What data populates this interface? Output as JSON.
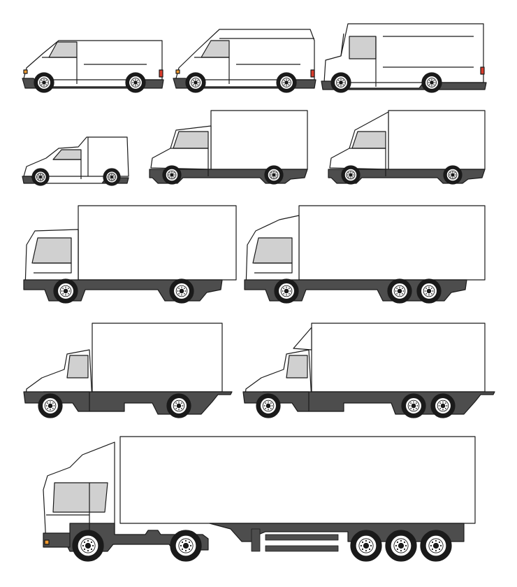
{
  "colors": {
    "background": "#ffffff",
    "body": "#ffffff",
    "outline": "#1a1a1a",
    "chassis": "#4d4d4d",
    "window": "#d0d0d0",
    "tire": "#1a1a1a",
    "rim": "#ffffff",
    "light_amber": "#f29a2e",
    "light_red": "#d93b2b"
  },
  "vehicles": [
    {
      "type": "compact-van"
    },
    {
      "type": "high-roof-van"
    },
    {
      "type": "step-van"
    },
    {
      "type": "small-city-van"
    },
    {
      "type": "small-box-truck"
    },
    {
      "type": "box-truck-with-luton"
    },
    {
      "type": "cabover-box-truck"
    },
    {
      "type": "cabover-box-truck-tandem"
    },
    {
      "type": "conventional-box-truck"
    },
    {
      "type": "conventional-box-truck-tandem"
    },
    {
      "type": "semi-trailer-truck"
    }
  ]
}
